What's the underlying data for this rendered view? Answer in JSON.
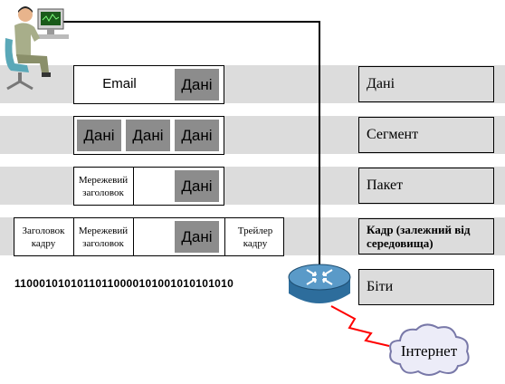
{
  "layers": {
    "email_label": "Email",
    "data_label": "Дані",
    "network_header": "Мережевий заголовок",
    "frame_header": "Заголовок кадру",
    "frame_trailer": "Трейлер кадру",
    "bits": "11000101010110110000101001010101010"
  },
  "pdu_labels": {
    "data": "Дані",
    "segment": "Сегмент",
    "packet": "Пакет",
    "frame": "Кадр (залежний від середовища)",
    "bits": "Біти"
  },
  "cloud_label": "Інтернет",
  "colors": {
    "band": "#dcdcdc",
    "gray_box": "#8c8c8c",
    "link_red": "#ff0000"
  }
}
